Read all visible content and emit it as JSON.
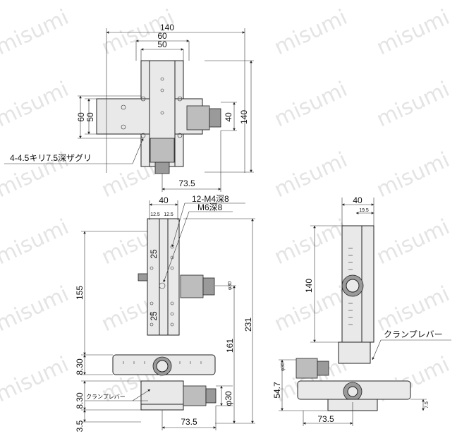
{
  "watermark": "misumi",
  "top_view": {
    "dims": {
      "w140": "140",
      "w60": "60",
      "w50": "50",
      "h60": "60",
      "h50": "50",
      "h140": "140",
      "d40": "40",
      "l73_5": "73.5"
    },
    "note_counterbore": "4-4.5キリ7.5深ザグリ"
  },
  "front_view": {
    "dims": {
      "w40": "40",
      "s12_5a": "12.5",
      "s12_5b": "12.5",
      "p25a": "25",
      "p25b": "25",
      "h155": "155",
      "h231": "231",
      "h161": "161",
      "h8_30a": "8.30",
      "h8_30b": "8.30",
      "h3_5": "3.5",
      "l73_5": "73.5",
      "phi30": "φ30",
      "phi30s": "φ30"
    },
    "note_tap1": "12-M4深8",
    "note_tap2": "M6深8",
    "note_lever": "クランプレバー"
  },
  "side_view": {
    "dims": {
      "w40": "40",
      "s19_5": "19.5",
      "h140": "140",
      "h54_7": "54.7",
      "l73_5": "73.5",
      "h7_5": "7.5",
      "phi30": "φ30"
    },
    "note_lever": "クランプレバー"
  }
}
